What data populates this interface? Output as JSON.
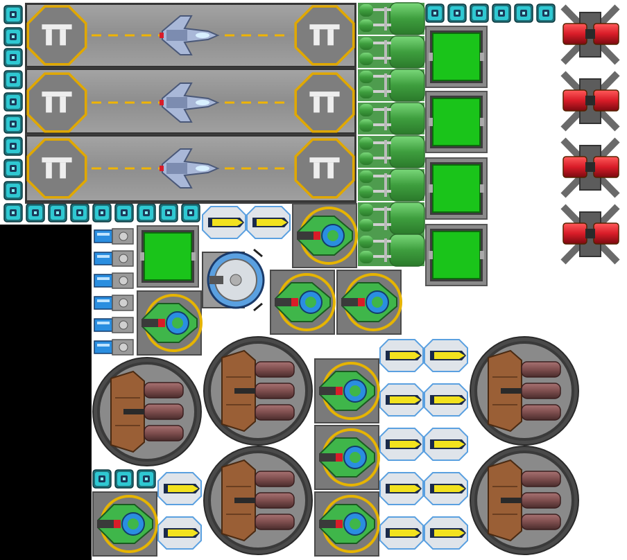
{
  "ship": {
    "hangars": [
      {
        "id": "hangar-1",
        "status": "docked"
      },
      {
        "id": "hangar-2",
        "status": "docked"
      },
      {
        "id": "hangar-3",
        "status": "docked"
      }
    ],
    "colors": {
      "void": "#000000",
      "hull": "#8a8a8a",
      "hull_dark": "#3c3c3c",
      "deck": "#9a9a9a",
      "pad_ring": "#e0a800",
      "runway_dash": "#f0b400",
      "cell": "#2fc8d2",
      "tank": "#45a845",
      "tank_light": "#6cd06c",
      "screen": "#1ac41a",
      "turret": "#d81c28",
      "drone": "#f2e21e",
      "drone_frame": "#5aa0e0",
      "fighter": "#3fb64a",
      "fighter_ring": "#e6b400",
      "thruster": "#2a8ee0",
      "cannon_wood": "#9a5f36",
      "cannon_barrel": "#7e4e4e",
      "core": "#8ab8e8"
    },
    "icons": [
      "landing-pad-icon",
      "shuttle-icon",
      "power-cell-icon",
      "fuel-tank-icon",
      "green-screen-icon",
      "red-turret-icon",
      "yellow-drone-icon",
      "green-fighter-icon",
      "blue-thruster-icon",
      "heavy-cannon-icon",
      "reactor-core-icon"
    ]
  }
}
